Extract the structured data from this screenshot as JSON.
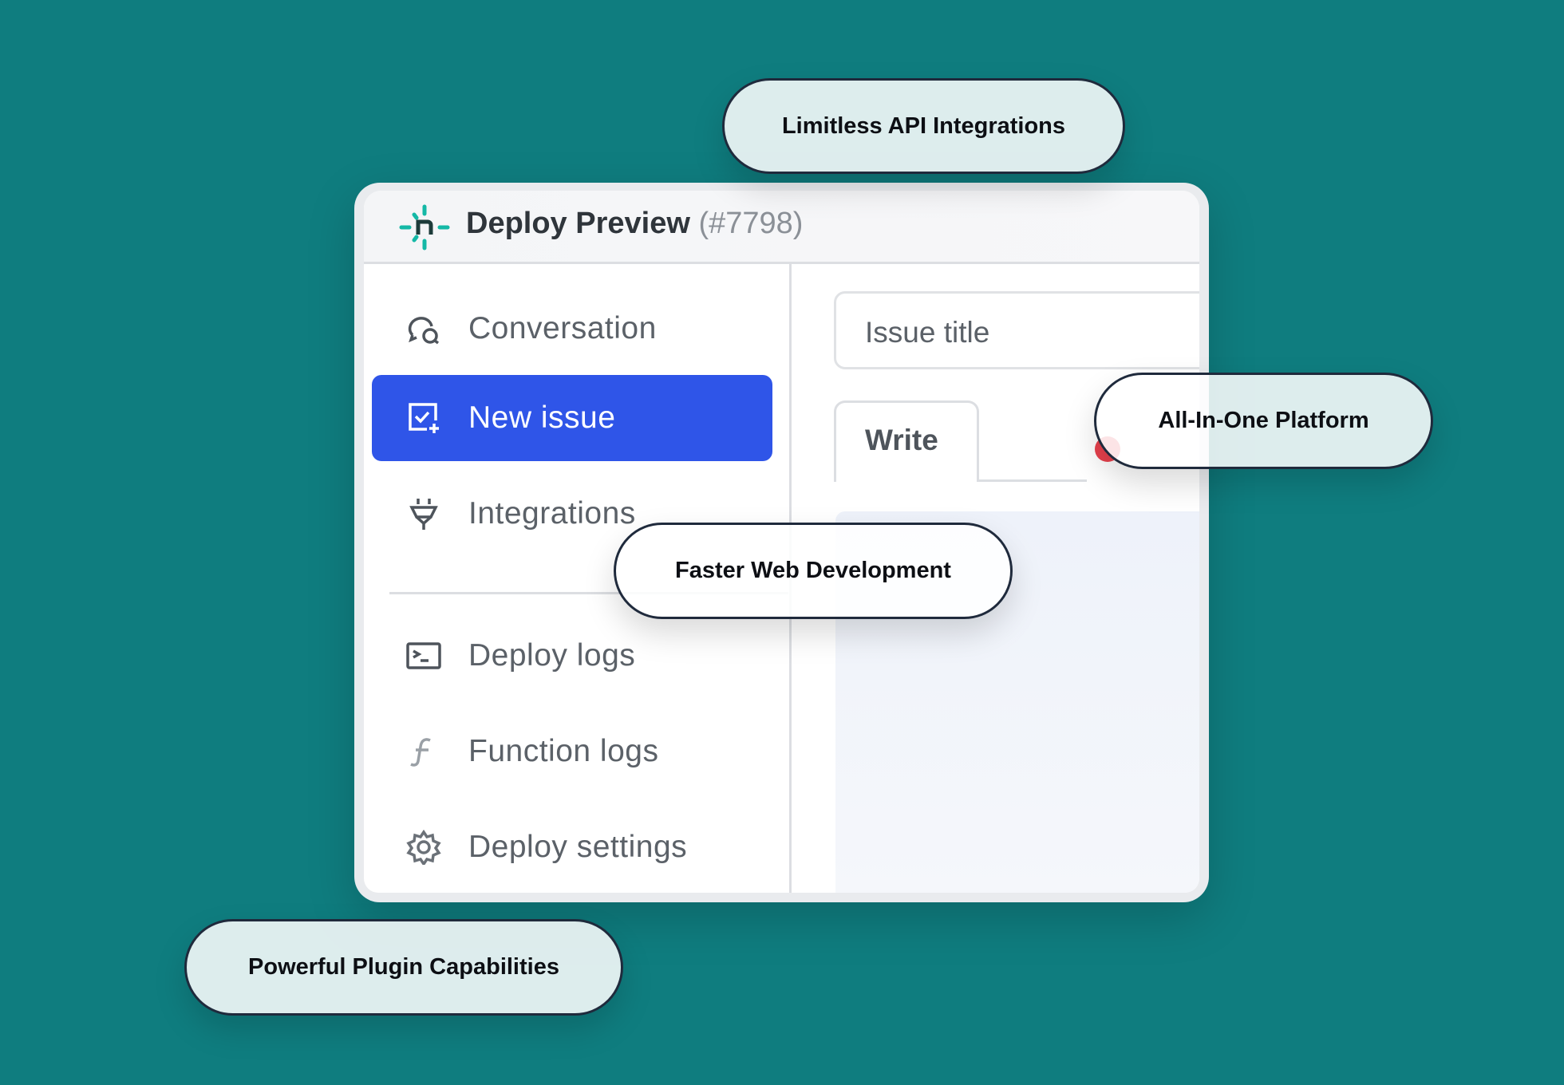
{
  "window": {
    "title": "Deploy Preview",
    "pr_number": "(#7798)"
  },
  "sidebar": {
    "items": [
      {
        "label": "Conversation",
        "icon": "conversation-icon"
      },
      {
        "label": "New issue",
        "icon": "new-issue-icon",
        "active": true
      },
      {
        "label": "Integrations",
        "icon": "plug-icon"
      },
      {
        "label": "Deploy logs",
        "icon": "terminal-icon"
      },
      {
        "label": "Function logs",
        "icon": "function-icon"
      },
      {
        "label": "Deploy settings",
        "icon": "gear-icon"
      }
    ]
  },
  "form": {
    "title_placeholder": "Issue title",
    "tab_write": "Write"
  },
  "pills": [
    "Limitless API Integrations",
    "All-In-One Platform",
    "Faster Web Development",
    "Powerful Plugin Capabilities"
  ],
  "colors": {
    "background": "#0f7d7f",
    "accent": "#2f55e8",
    "brand": "#14b8a6",
    "notification": "#e8414d"
  }
}
